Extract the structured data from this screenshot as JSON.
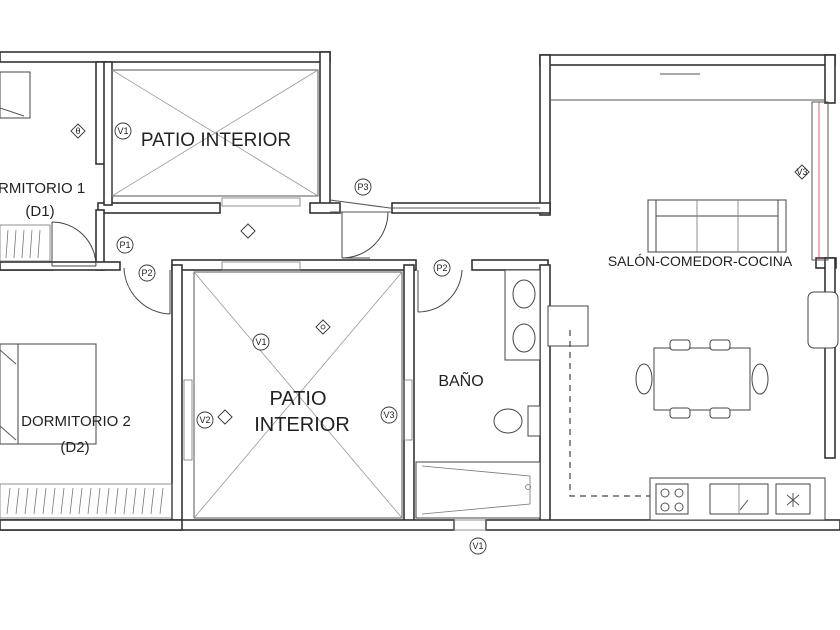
{
  "rooms": {
    "d1_name": "RMITORIO 1",
    "d1_code": "(D1)",
    "d2_name": "DORMITORIO 2",
    "d2_code": "(D2)",
    "patio_top": "PATIO INTERIOR",
    "patio_mid_l1": "PATIO",
    "patio_mid_l2": "INTERIOR",
    "bano": "BAÑO",
    "salon": "SALÓN-COMEDOR-COCINA"
  },
  "tags": {
    "v1_top": "V1",
    "p3": "P3",
    "p1": "P1",
    "p2_hall": "P2",
    "p2_bath": "P2",
    "v1_patio": "V1",
    "v2": "V2",
    "v3": "V3",
    "v1_bottom": "V1",
    "v3_salon": "V3"
  }
}
